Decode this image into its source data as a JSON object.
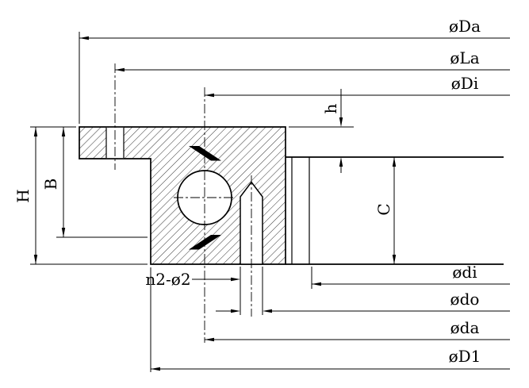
{
  "drawing": {
    "kind": "bearing-cross-section",
    "colors": {
      "line": "#000000",
      "background": "#ffffff"
    },
    "labels": {
      "Da": "øDa",
      "La": "øLa",
      "Di": "øDi",
      "h": "h",
      "H": "H",
      "B": "B",
      "C": "C",
      "n2": "n2-ø2",
      "di": "ødi",
      "do": "ødo",
      "da": "øda",
      "D1": "øD1"
    }
  }
}
